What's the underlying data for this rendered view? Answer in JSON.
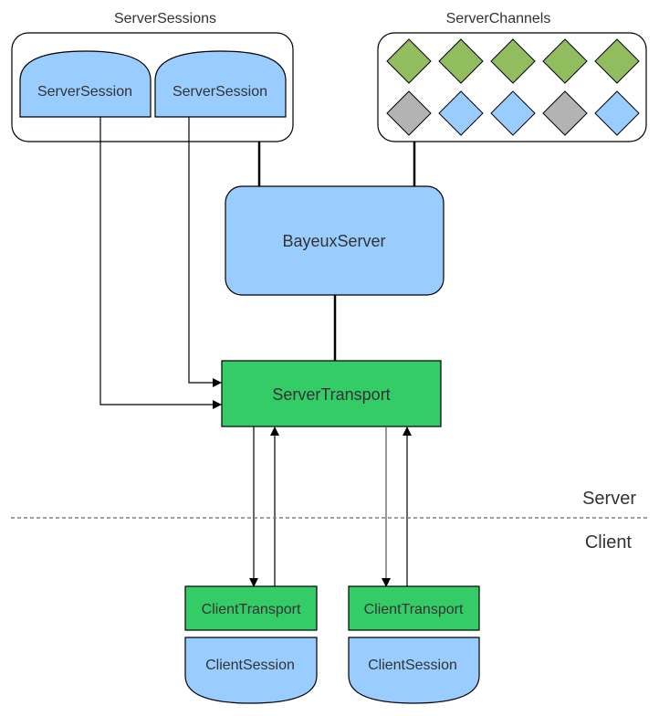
{
  "diagram": {
    "groups": {
      "server_sessions": {
        "title": "ServerSessions",
        "items": [
          "ServerSession",
          "ServerSession"
        ]
      },
      "server_channels": {
        "title": "ServerChannels",
        "rows": [
          [
            "green",
            "green",
            "green",
            "green",
            "green"
          ],
          [
            "gray",
            "blue",
            "blue",
            "gray",
            "blue"
          ]
        ]
      }
    },
    "nodes": {
      "bayeux_server": "BayeuxServer",
      "server_transport": "ServerTransport",
      "client_transports": [
        "ClientTransport",
        "ClientTransport"
      ],
      "client_sessions": [
        "ClientSession",
        "ClientSession"
      ]
    },
    "divider": {
      "above_label": "Server",
      "below_label": "Client"
    },
    "colors": {
      "session_blue": "#99ccff",
      "transport_green": "#33cc66",
      "channel_green": "#92bd5f",
      "channel_gray": "#b3b3b3",
      "channel_blue": "#99ccff",
      "text": "#333333",
      "divider": "#808080"
    },
    "edges": [
      {
        "from": "ServerSessions",
        "to": "BayeuxServer",
        "type": "line"
      },
      {
        "from": "ServerChannels",
        "to": "BayeuxServer",
        "type": "line"
      },
      {
        "from": "BayeuxServer",
        "to": "ServerTransport",
        "type": "line"
      },
      {
        "from": "ServerSession 1",
        "to": "ServerTransport",
        "type": "arrow"
      },
      {
        "from": "ServerSession 2",
        "to": "ServerTransport",
        "type": "arrow"
      },
      {
        "from": "ServerTransport",
        "to": "ClientTransport 1",
        "type": "arrow"
      },
      {
        "from": "ClientTransport 1",
        "to": "ServerTransport",
        "type": "arrow"
      },
      {
        "from": "ServerTransport",
        "to": "ClientTransport 2",
        "type": "arrow"
      },
      {
        "from": "ClientTransport 2",
        "to": "ServerTransport",
        "type": "arrow"
      }
    ]
  }
}
